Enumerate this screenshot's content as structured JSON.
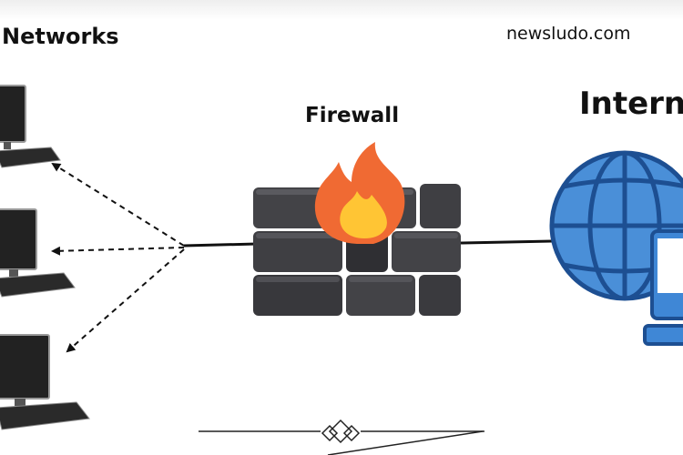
{
  "diagram": {
    "networks_title": "Networks",
    "firewall_label": "Firewall",
    "internet_label": "Interne",
    "watermark": "newsludo.com"
  },
  "colors": {
    "brick": "#424246",
    "brick_dark": "#2d2d30",
    "flame_outer": "#f06a33",
    "flame_inner": "#ffc534",
    "globe_fill": "#4a8fd8",
    "globe_stroke": "#1d4f92",
    "monitor": "#222222"
  },
  "icons": [
    "computer-icon",
    "firewall-brick-wall-icon",
    "flame-icon",
    "globe-icon",
    "ornament-icon"
  ]
}
